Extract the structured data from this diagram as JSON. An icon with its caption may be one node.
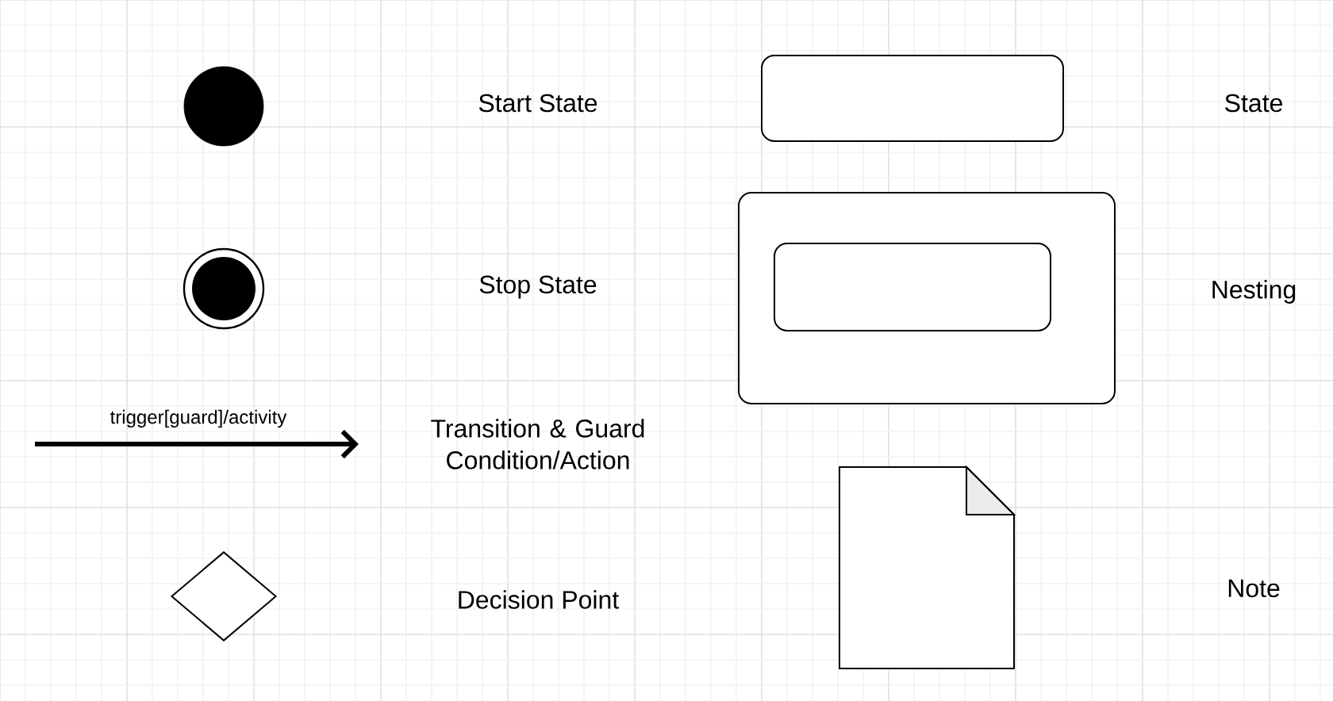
{
  "diagram": {
    "nodes": [
      {
        "text": [],
        "shape": "circle"
      },
      {
        "text": [],
        "shape": "bullseye"
      },
      {
        "text": [],
        "shape": "diamond"
      },
      {
        "text": [],
        "shape": "box"
      },
      {
        "text": [],
        "shape": "box"
      },
      {
        "text": [],
        "shape": "box",
        "in": 4
      },
      {
        "text": [],
        "shape": "note"
      }
    ],
    "edges": [],
    "labels": [
      "Start State",
      "State",
      "Stop State",
      "Nesting",
      "trigger[guard]/activity",
      "Transition & Guard Condition/Action",
      "Decision Point",
      "Note"
    ]
  }
}
